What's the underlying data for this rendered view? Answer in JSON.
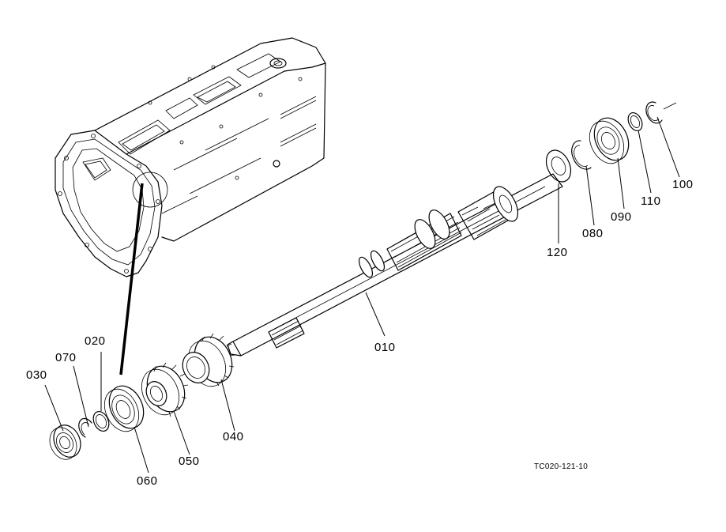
{
  "part_labels": {
    "p010": "010",
    "p020": "020",
    "p030": "030",
    "p040": "040",
    "p050": "050",
    "p060": "060",
    "p070": "070",
    "p080": "080",
    "p090": "090",
    "p100": "100",
    "p110": "110",
    "p120": "120"
  },
  "drawing_code": "TC020-121-10"
}
